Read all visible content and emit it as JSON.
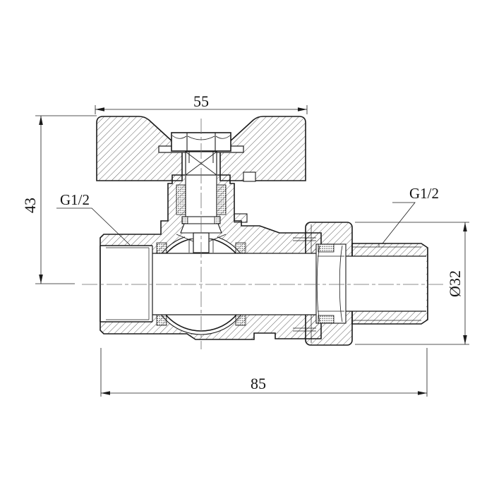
{
  "drawing": {
    "dim_top_width": "55",
    "dim_left_height": "43",
    "dim_bottom_length": "85",
    "dim_right_diameter": "Ø32",
    "label_left_thread": "G1/2",
    "label_right_thread": "G1/2",
    "colors": {
      "line": "#1b1b1b",
      "hatch": "#2e2e2e",
      "centerline": "#6a6a6a",
      "background": "#ffffff"
    }
  }
}
